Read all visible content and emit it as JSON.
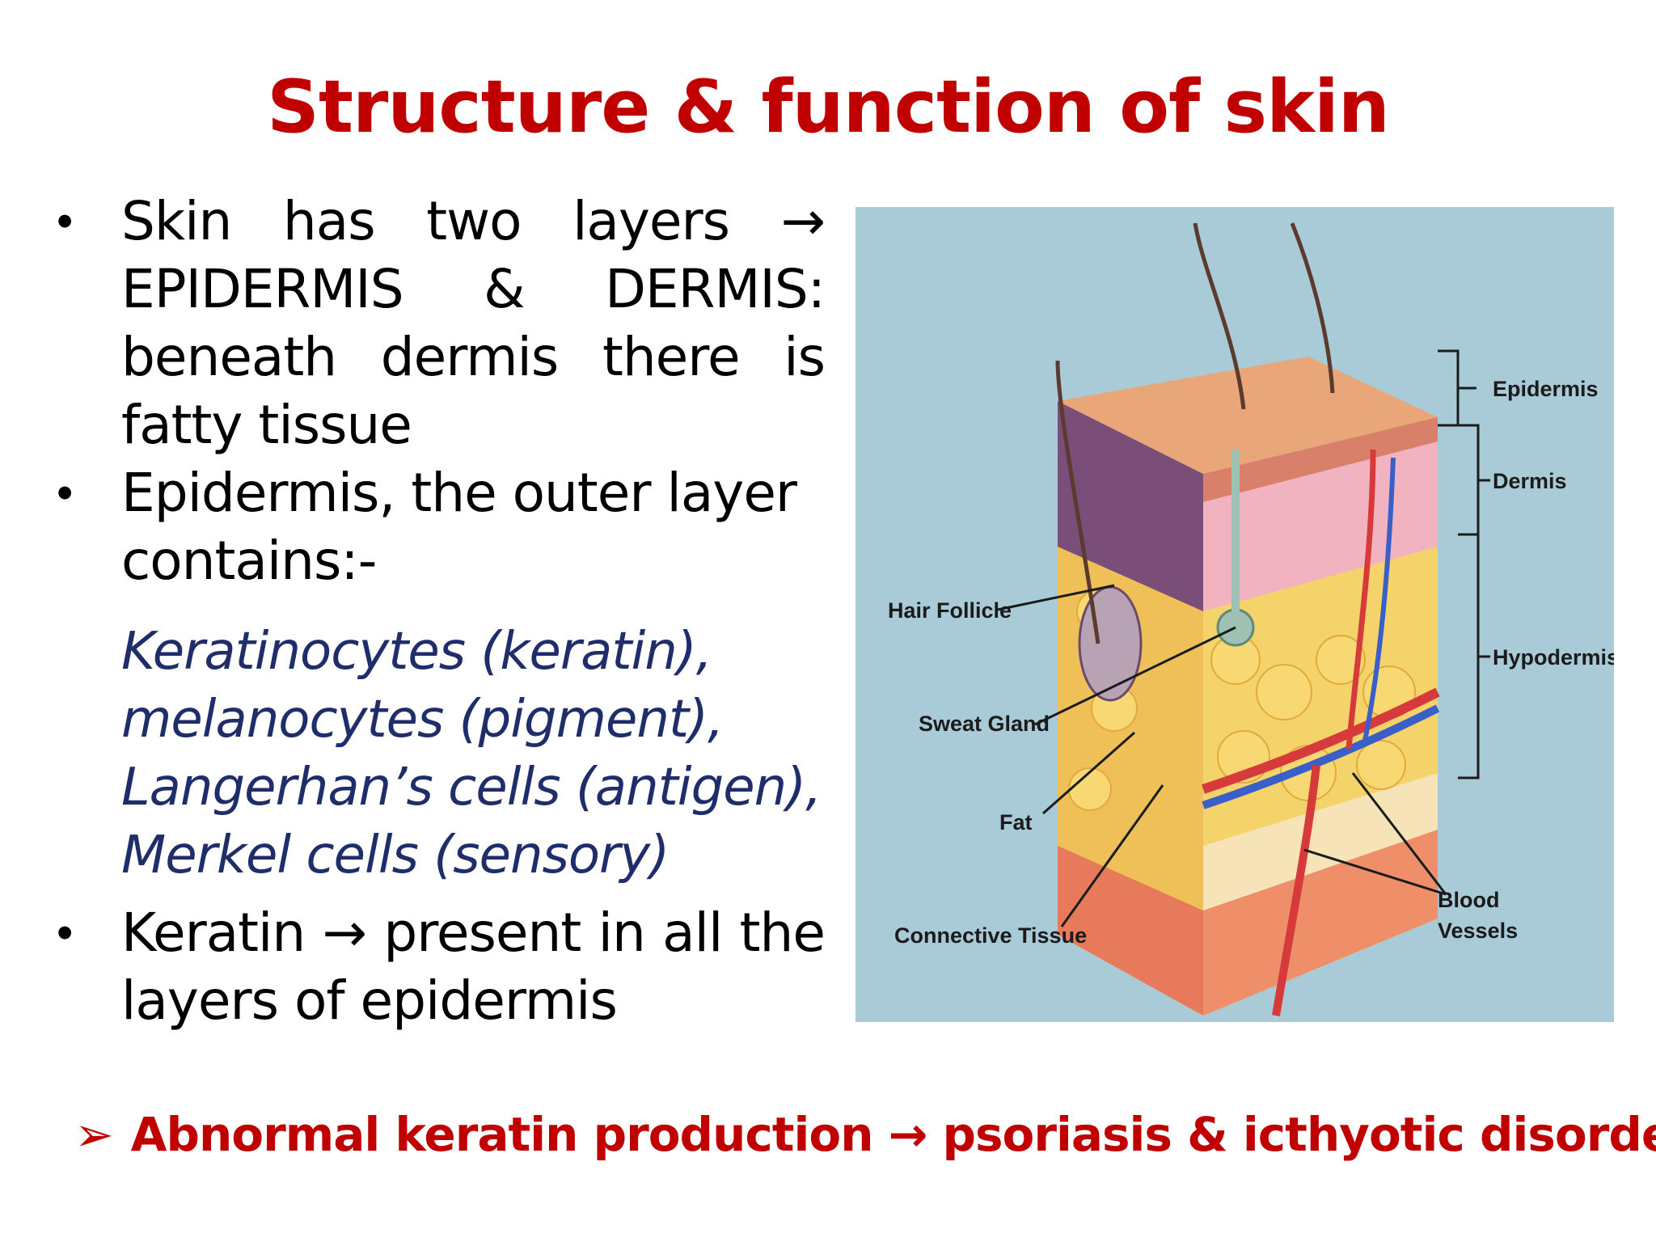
{
  "title": "Structure & function of skin",
  "bullets": [
    {
      "text": "Skin has two layers → EPIDERMIS & DERMIS: beneath dermis there is fatty tissue"
    },
    {
      "text": "Epidermis, the outer layer contains:-",
      "sub_items": [
        "Keratinocytes (keratin),",
        "melanocytes (pigment),",
        "Langerhan’s cells (antigen),",
        "Merkel cells (sensory)"
      ]
    },
    {
      "text": "Keratin → present in all the layers of epidermis"
    }
  ],
  "footer": {
    "arrow_icon": "arrow-bullet-icon",
    "text": "Abnormal keratin production → psoriasis & icthyotic disorders"
  },
  "figure": {
    "labels": {
      "epidermis": "Epidermis",
      "dermis": "Dermis",
      "hypodermis": "Hypodermis",
      "hair_follicle": "Hair Follicle",
      "sweat_gland": "Sweat Gland",
      "fat": "Fat",
      "connective_tissue": "Connective Tissue",
      "blood_vessels_line1": "Blood",
      "blood_vessels_line2": "Vessels"
    }
  },
  "colors": {
    "title": "#c00000",
    "sub_items": "#1f2d6b",
    "figure_background": "#a9cbd8"
  }
}
